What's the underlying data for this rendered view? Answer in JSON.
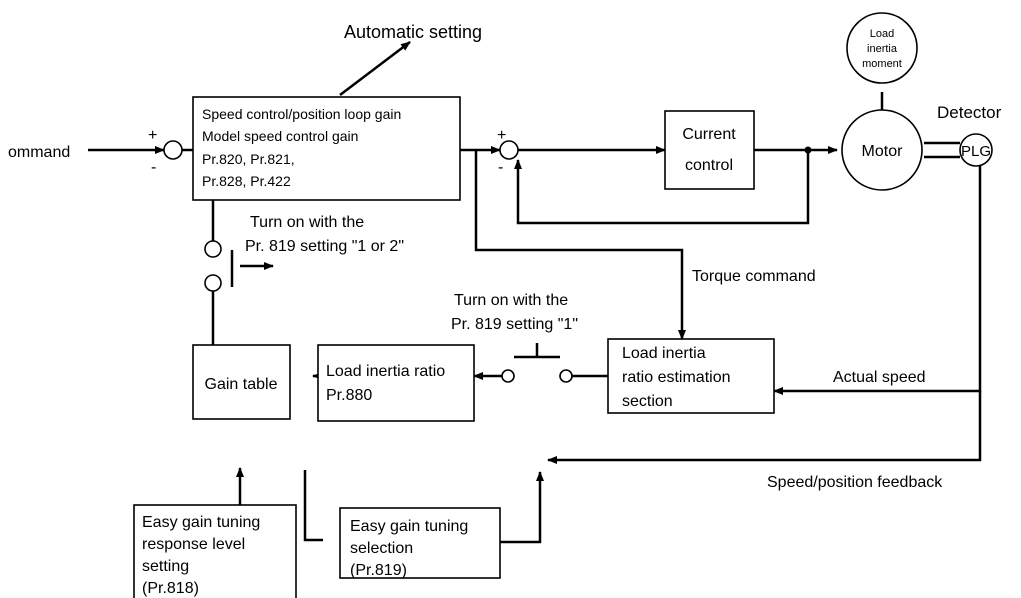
{
  "labels": {
    "automatic_setting": "Automatic setting",
    "command": "ommand",
    "plus": "+",
    "minus": "-",
    "gain_box_line1": "Speed control/position loop gain",
    "gain_box_line2": "Model speed control gain",
    "gain_box_line3": "Pr.820, Pr.821,",
    "gain_box_line4": "Pr.828, Pr.422",
    "current_control_line1": "Current",
    "current_control_line2": "control",
    "motor": "Motor",
    "plg": "PLG",
    "detector": "Detector",
    "load_inertia_moment_line1": "Load",
    "load_inertia_moment_line2": "inertia",
    "load_inertia_moment_line3": "moment",
    "switch1_note_line1": "Turn on with the",
    "switch1_note_line2": "Pr. 819 setting \"1 or 2\"",
    "torque_command": "Torque command",
    "switch2_note_line1": "Turn on with the",
    "switch2_note_line2": "Pr. 819 setting \"1\"",
    "gain_table": "Gain table",
    "load_inertia_ratio_line1": "Load inertia ratio",
    "load_inertia_ratio_line2": "Pr.880",
    "estimation_line1": "Load inertia",
    "estimation_line2": "ratio estimation",
    "estimation_line3": "section",
    "actual_speed": "Actual speed",
    "speed_position_feedback": "Speed/position feedback",
    "response_level_line1": "Easy gain tuning",
    "response_level_line2": "response level",
    "response_level_line3": "setting",
    "response_level_line4": "(Pr.818)",
    "selection_line1": "Easy gain tuning",
    "selection_line2": "selection",
    "selection_line3": "(Pr.819)"
  }
}
